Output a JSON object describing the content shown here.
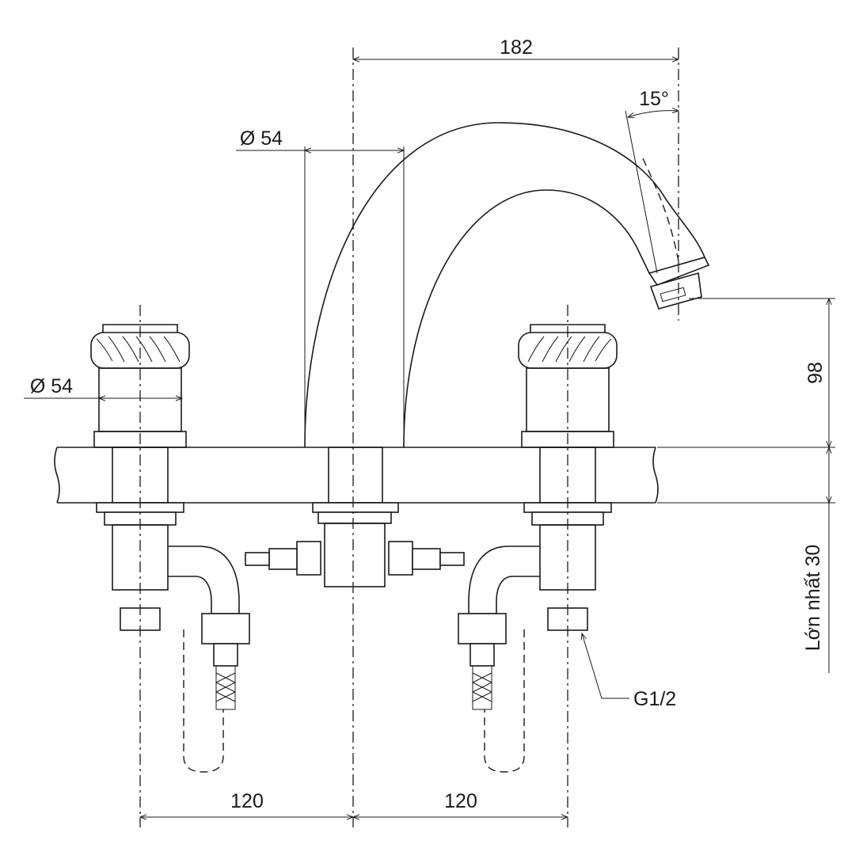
{
  "title": "Faucet technical drawing",
  "dimensions": {
    "spout_reach": "182",
    "spout_angle": "15°",
    "spout_diameter": "Ø 54",
    "handle_diameter": "Ø 54",
    "spout_height": "98",
    "max_deck_thickness": "Lớn nhất 30",
    "connection_thread": "G1/2",
    "left_spacing": "120",
    "right_spacing": "120"
  },
  "colors": {
    "line": "#1a1a1a",
    "background": "#ffffff"
  }
}
